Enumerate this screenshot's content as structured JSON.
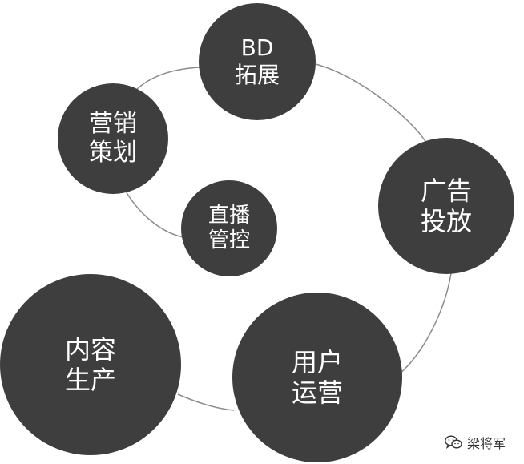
{
  "nodes": {
    "bd": {
      "line1": "BD",
      "line2": "拓展"
    },
    "yingxiao": {
      "line1": "营销",
      "line2": "策划"
    },
    "zhibo": {
      "line1": "直播",
      "line2": "管控"
    },
    "guanggao": {
      "line1": "广告",
      "line2": "投放"
    },
    "neirong": {
      "line1": "内容",
      "line2": "生产"
    },
    "yonghu": {
      "line1": "用户",
      "line2": "运营"
    }
  },
  "watermark": {
    "icon": "wechat-icon",
    "text": "梁将军"
  },
  "colors": {
    "node_fill": "#3e3e3e",
    "node_text": "#ffffff",
    "link": "#8c8c8c"
  }
}
